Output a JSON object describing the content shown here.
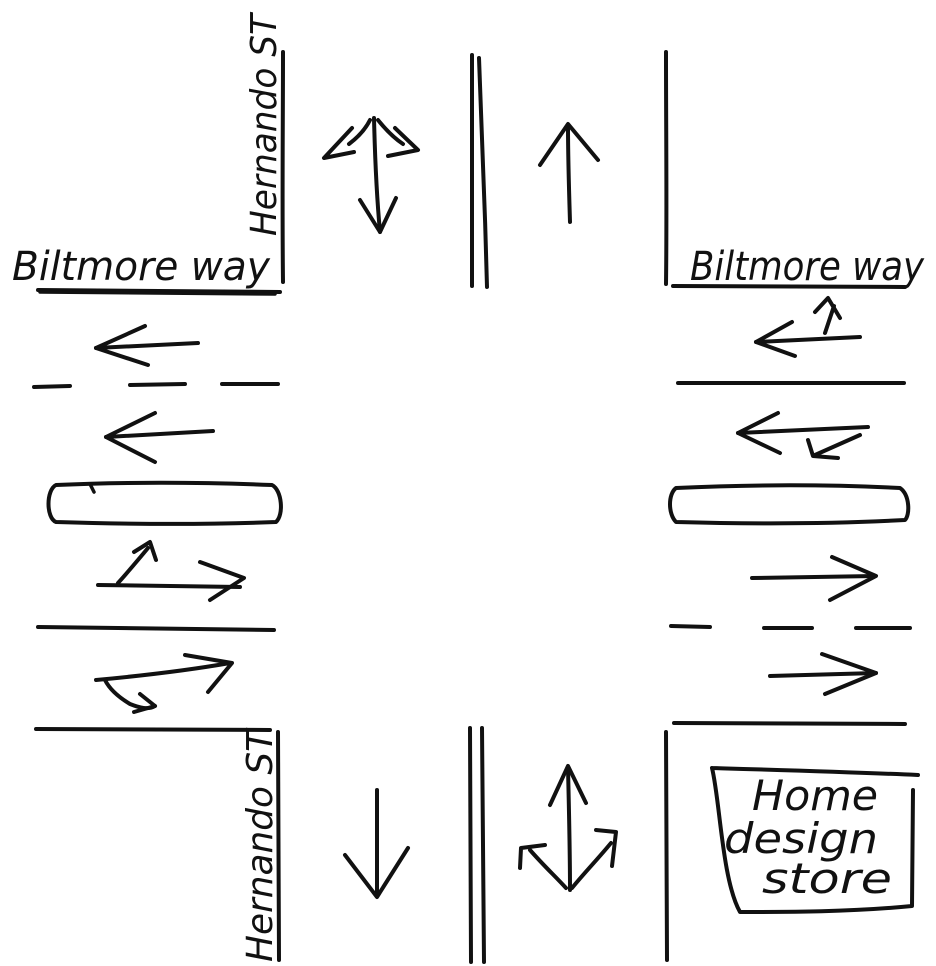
{
  "diagram": {
    "streets": {
      "west_name": "Biltmore way",
      "east_name": "Biltmore way",
      "north_name": "Hernando ST",
      "south_name": "Hernando ST"
    },
    "store": {
      "line1": "Home",
      "line2": "design",
      "line3": "store"
    },
    "ink_color": "#111111",
    "background_color": "#ffffff"
  }
}
